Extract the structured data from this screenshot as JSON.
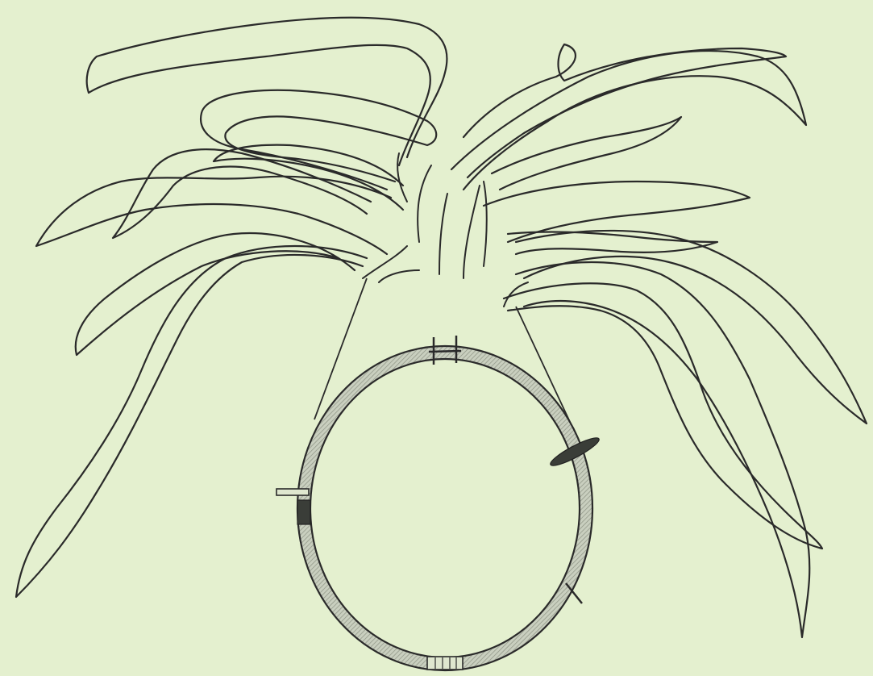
{
  "figure": {
    "background_color": "#e4f0cf",
    "line_color": "#2a2a2a",
    "ring_band_color": "#b9bfb0",
    "marker_dark_color": "#3a3d38",
    "marker_light_color": "#dfe7cf",
    "markers": [
      "top-double-bar-marker",
      "right-oval-marker",
      "left-bar-marker",
      "lower-right-tick-marker",
      "bottom-striped-marker"
    ]
  }
}
